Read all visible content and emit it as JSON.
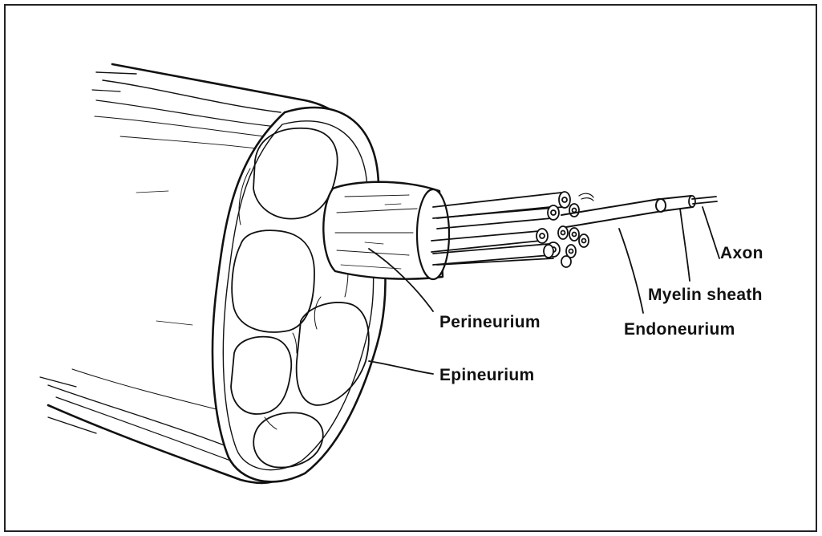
{
  "diagram": {
    "labels": {
      "axon": "Axon",
      "myelin_sheath": "Myelin sheath",
      "endoneurium": "Endoneurium",
      "perineurium": "Perineurium",
      "epineurium": "Epineurium"
    }
  },
  "colors": {
    "ink": "#111111",
    "background": "#ffffff"
  }
}
